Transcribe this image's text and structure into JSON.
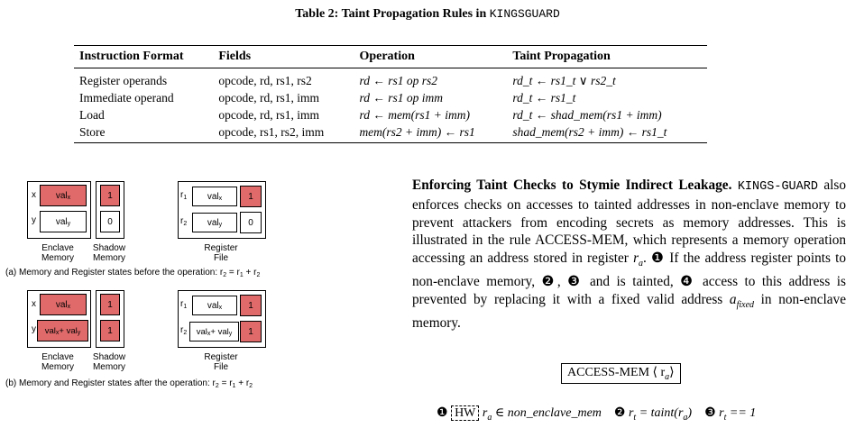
{
  "caption": {
    "prefix": "Table 2: Taint Propagation Rules in ",
    "system": "KINGSGUARD"
  },
  "table": {
    "headers": [
      "Instruction Format",
      "Fields",
      "Operation",
      "Taint Propagation"
    ],
    "rows": [
      [
        "Register operands",
        "opcode, rd, rs1, rs2",
        "rd ← rs1 op rs2",
        "rd_t ← rs1_t ∨ rs2_t"
      ],
      [
        "Immediate operand",
        "opcode, rd, rs1, imm",
        "rd ← rs1 op imm",
        "rd_t ← rs1_t"
      ],
      [
        "Load",
        "opcode, rd, rs1, imm",
        "rd ← mem(rs1 + imm)",
        "rd_t ← shad_mem(rs1 + imm)"
      ],
      [
        "Store",
        "opcode, rs1, rs2, imm",
        "mem(rs2 + imm) ← rs1",
        "shad_mem(rs2 + imm) ← rs1_t"
      ]
    ]
  },
  "figure": {
    "colors": {
      "tainted": "#e06a6a",
      "clean": "#ffffff"
    },
    "labels": {
      "x": "x",
      "y": "y",
      "r": "r",
      "r1_sub": "1",
      "r2_sub": "2",
      "enclave": "Enclave",
      "memory": "Memory",
      "shadow": "Shadow",
      "register": "Register",
      "file": "File"
    },
    "before": {
      "mem_x": "val",
      "mem_x_sub": "x",
      "mem_y": "val",
      "mem_y_sub": "y",
      "shadow_x": "1",
      "shadow_y": "0",
      "reg_r1": "val",
      "reg_r1_sub": "x",
      "reg_r1_t": "1",
      "reg_r2": "val",
      "reg_r2_sub": "y",
      "reg_r2_t": "0"
    },
    "after": {
      "mem_x": "val",
      "mem_x_sub": "x",
      "mem_y_a": "val",
      "mem_y_a_sub": "x",
      "mem_y_plus": " + val",
      "mem_y_b_sub": "y",
      "shadow_x": "1",
      "shadow_y": "1",
      "reg_r1": "val",
      "reg_r1_sub": "x",
      "reg_r1_t": "1",
      "reg_r2_a": "val",
      "reg_r2_a_sub": "x",
      "reg_r2_plus": " + val",
      "reg_r2_b_sub": "y",
      "reg_r2_t": "1"
    },
    "caption_a": "(a) Memory and Register states before the operation: r",
    "caption_b": "(b) Memory and Register states after the operation: r",
    "cap_eq": " = r",
    "cap_plus": " + r",
    "sub1": "1",
    "sub2": "2"
  },
  "paragraph": {
    "heading": "Enforcing Taint Checks to Stymie Indirect Leakage.",
    "kings": "KINGS-",
    "guard": "GUARD",
    "text1": " also enforces checks on accesses to tainted addresses in non-enclave memory to prevent attackers from encoding secrets as memory addresses. This is illustrated in the rule ACCESS-MEM, which represents a memory operation accessing an address stored in register ",
    "ra": "r",
    "ra_sub": "a",
    "text2": ". ❶ If the address register points to non-enclave memory, ❷, ❸ and is tainted, ❹ access to this address is prevented by replacing it with a fixed valid address ",
    "afixed": "a",
    "afixed_sub": "fixed",
    "text3": " in non-enclave memory."
  },
  "rule": {
    "name": "ACCESS-MEM",
    "arg": "⟨ r",
    "arg_sub": "a",
    "close": "⟩"
  },
  "conditions": {
    "c1": "❶",
    "hw": "HW",
    "c1_text": " r",
    "c1_sub": "a",
    "c1_rest": " ∈ non_enclave_mem",
    "c2": "❷",
    "c2_text": " r",
    "c2_sub": "t",
    "c2_rest": " = taint(r",
    "c2_sub2": "a",
    "c2_close": ")",
    "c3": "❸",
    "c3_text": " r",
    "c3_sub": "t",
    "c3_rest": " == 1"
  }
}
